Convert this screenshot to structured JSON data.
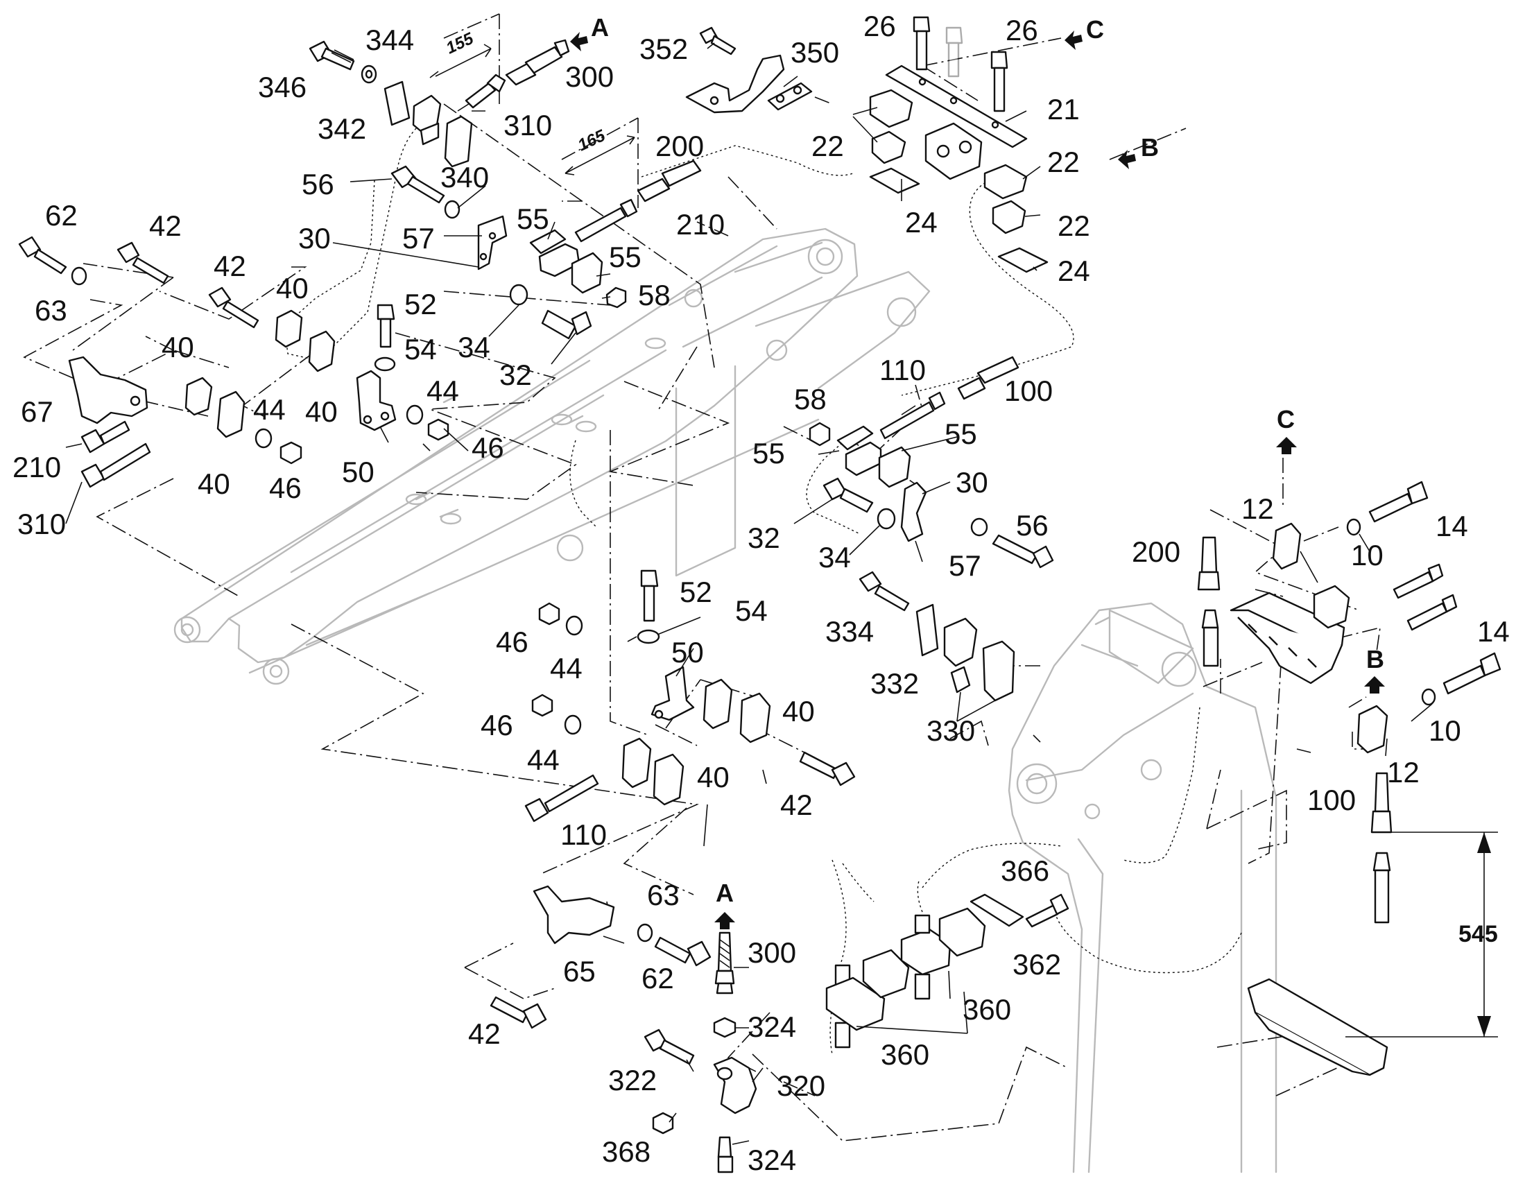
{
  "labels": {
    "l346": "346",
    "l344": "344",
    "l342": "342",
    "l300a": "300",
    "l310a": "310",
    "l352": "352",
    "l350": "350",
    "l340": "340",
    "l56a": "56",
    "l200a": "200",
    "l210a": "210",
    "l26a": "26",
    "l26b": "26",
    "l21": "21",
    "l22a": "22",
    "l22b": "22",
    "l22c": "22",
    "l24a": "24",
    "l24b": "24",
    "l62a": "62",
    "l42a": "42",
    "l63a": "63",
    "l42b": "42",
    "l40a": "40",
    "l30a": "30",
    "l57a": "57",
    "l55a": "55",
    "l55b": "55",
    "l58a": "58",
    "l52a": "52",
    "l54a": "54",
    "l34a": "34",
    "l32a": "32",
    "l40b": "40",
    "l67": "67",
    "l44a": "44",
    "l40c": "40",
    "l44b": "44",
    "l46a": "46",
    "l210b": "210",
    "l310b": "310",
    "l40d": "40",
    "l46b": "46",
    "l50a": "50",
    "l110a": "110",
    "l100a": "100",
    "l58b": "58",
    "l55c": "55",
    "l55d": "55",
    "l30b": "30",
    "l32b": "32",
    "l34b": "34",
    "l57b": "57",
    "l56b": "56",
    "l12a": "12",
    "l14a": "14",
    "l200b": "200",
    "l10a": "10",
    "l52b": "52",
    "l54b": "54",
    "l334": "334",
    "l332": "332",
    "l330": "330",
    "l46c": "46",
    "l44c": "44",
    "l50b": "50",
    "l14b": "14",
    "l10b": "10",
    "l12b": "12",
    "l40e": "40",
    "l46d": "46",
    "l44d": "44",
    "l40f": "40",
    "l42c": "42",
    "l110b": "110",
    "l100b": "100",
    "l366": "366",
    "l63b": "63",
    "l62b": "62",
    "l65": "65",
    "l300b": "300",
    "l362": "362",
    "l360a": "360",
    "l360b": "360",
    "l42d": "42",
    "l324a": "324",
    "l322": "322",
    "l320": "320",
    "l368": "368",
    "l324b": "324"
  },
  "dimensions": {
    "d155": "155",
    "d165": "165",
    "d545": "545"
  },
  "refs": {
    "arrowA_top": "A",
    "arrowC_top": "C",
    "arrowB_top": "B",
    "arrowC_right": "C",
    "arrowB_right": "B",
    "arrowA_bottom": "A"
  },
  "colors": {
    "ink": "#111111",
    "phantom": "#b9b9b9",
    "background": "#ffffff"
  }
}
